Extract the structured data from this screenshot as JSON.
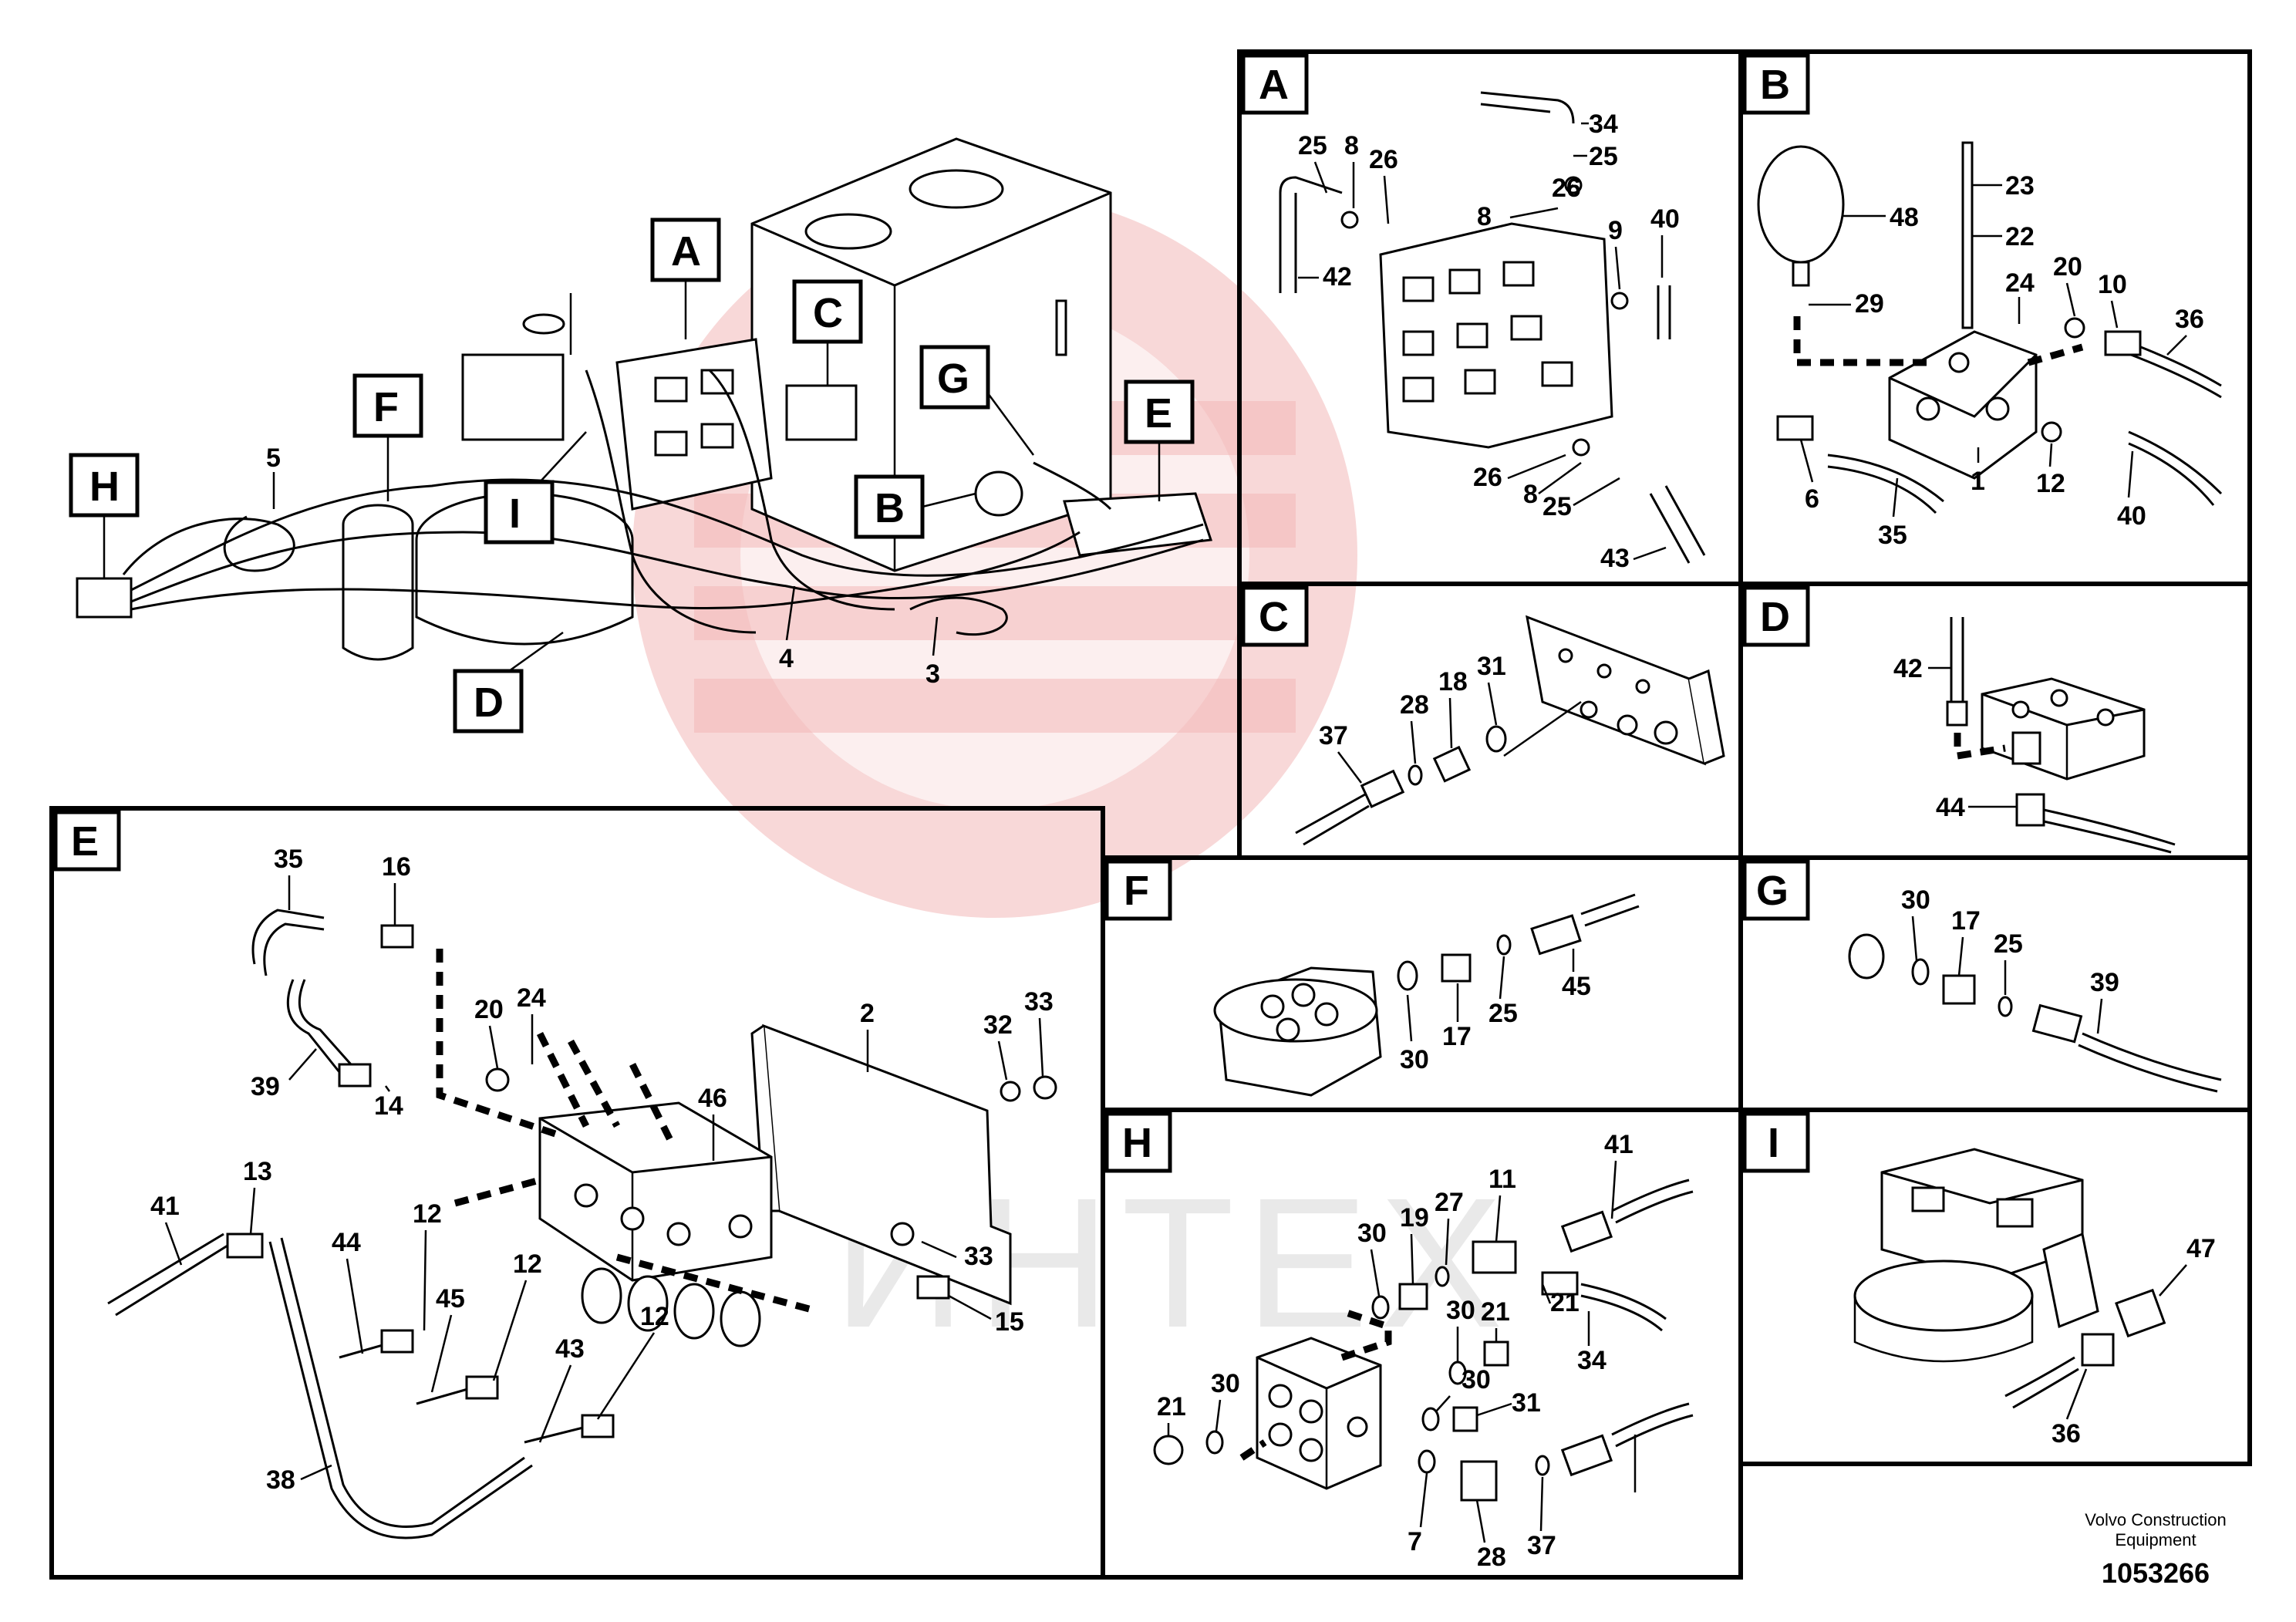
{
  "panels": [
    {
      "id": "A",
      "callouts": [
        "34",
        "25",
        "25",
        "8",
        "26",
        "8",
        "26",
        "9",
        "40",
        "42",
        "26",
        "8",
        "25",
        "43"
      ]
    },
    {
      "id": "B",
      "callouts": [
        "48",
        "23",
        "22",
        "29",
        "24",
        "20",
        "10",
        "36",
        "6",
        "35",
        "1",
        "12",
        "40"
      ]
    },
    {
      "id": "C",
      "callouts": [
        "37",
        "28",
        "18",
        "31"
      ]
    },
    {
      "id": "D",
      "callouts": [
        "42",
        "44"
      ]
    },
    {
      "id": "E",
      "callouts": [
        "35",
        "16",
        "20",
        "24",
        "2",
        "32",
        "33",
        "39",
        "14",
        "46",
        "41",
        "13",
        "12",
        "44",
        "45",
        "12",
        "43",
        "12",
        "33",
        "15",
        "38"
      ]
    },
    {
      "id": "F",
      "callouts": [
        "30",
        "17",
        "25",
        "45"
      ]
    },
    {
      "id": "G",
      "callouts": [
        "30",
        "17",
        "25",
        "39"
      ]
    },
    {
      "id": "H",
      "callouts": [
        "41",
        "11",
        "27",
        "19",
        "30",
        "21",
        "30",
        "34",
        "21",
        "30",
        "30",
        "21",
        "31",
        "7",
        "28",
        "37"
      ]
    },
    {
      "id": "I",
      "callouts": [
        "47",
        "36"
      ]
    }
  ],
  "overview_callouts": [
    "A",
    "B",
    "C",
    "D",
    "E",
    "F",
    "G",
    "H",
    "I",
    "5",
    "4",
    "3"
  ],
  "footer": {
    "publisher_line1": "Volvo Construction",
    "publisher_line2": "Equipment",
    "document_number": "1053266"
  },
  "watermark_text": "ИНТЕХ"
}
